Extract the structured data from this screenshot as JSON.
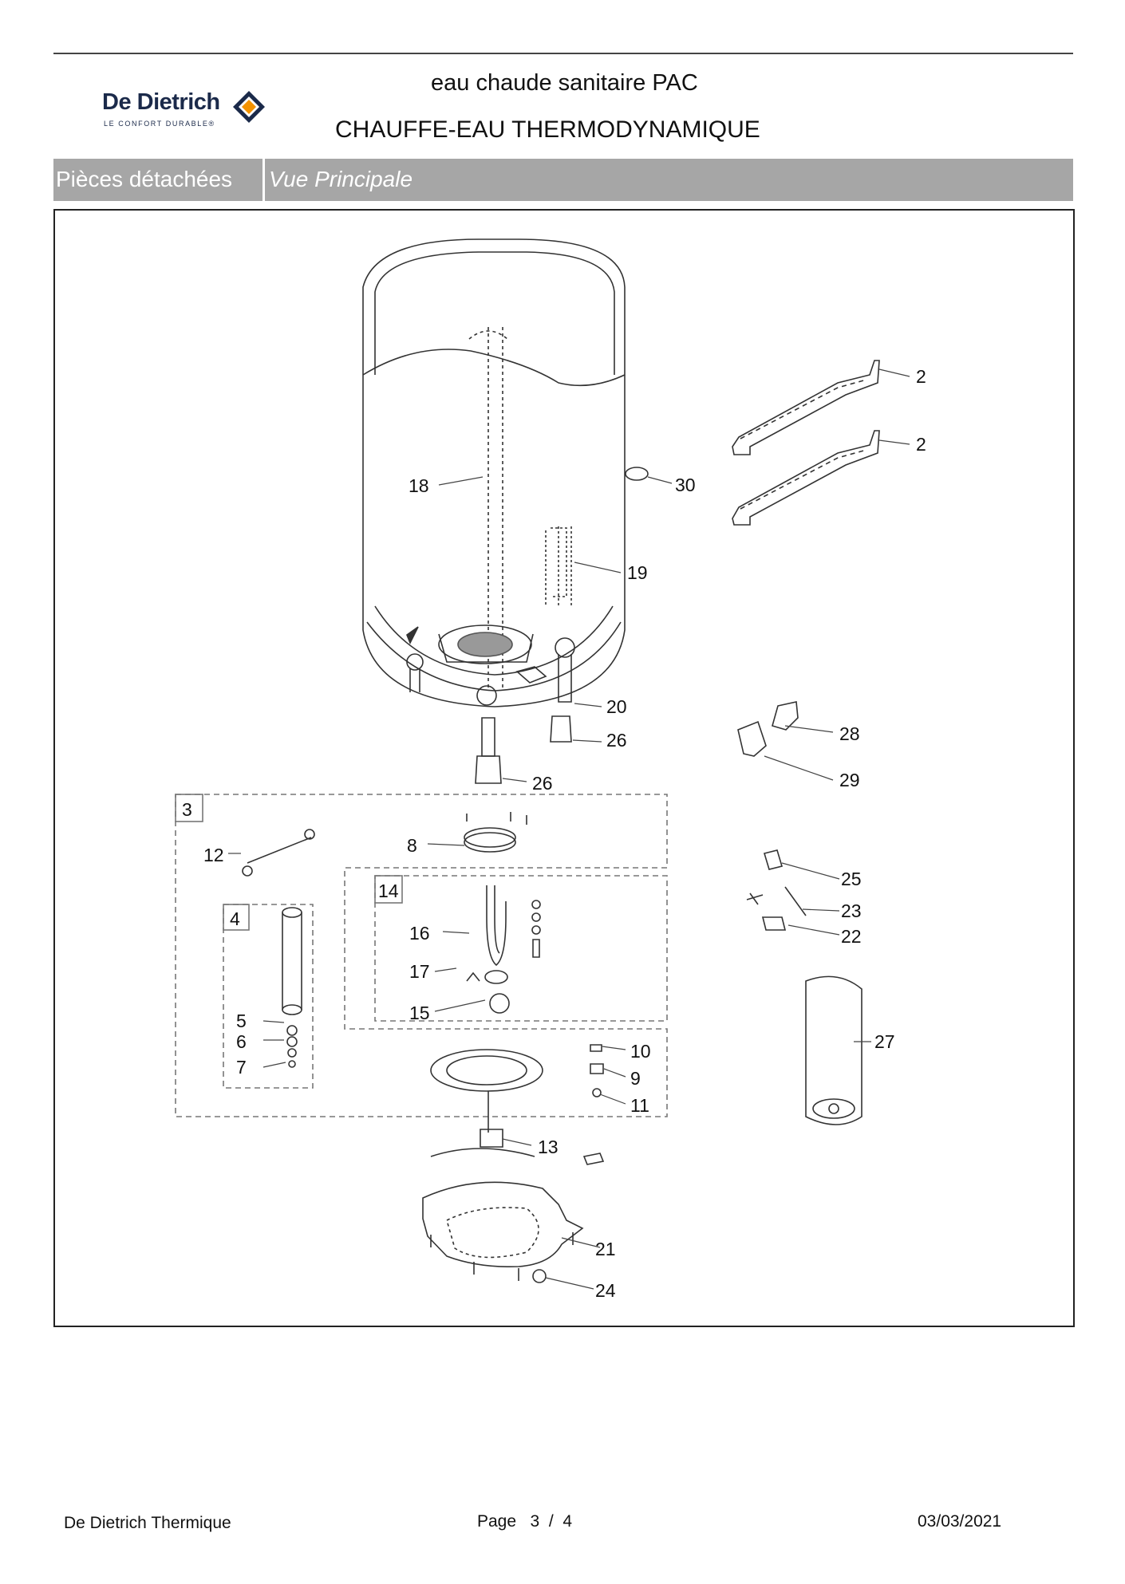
{
  "brand": {
    "name": "De Dietrich",
    "tagline": "LE CONFORT DURABLE®"
  },
  "header": {
    "subtitle": "eau chaude sanitaire PAC",
    "title": "CHAUFFE-EAU THERMODYNAMIQUE"
  },
  "section_bar": {
    "category": "Pièces détachées",
    "view": "Vue Principale"
  },
  "callouts": {
    "n2a": "2",
    "n2b": "2",
    "n3": "3",
    "n4": "4",
    "n5": "5",
    "n6": "6",
    "n7": "7",
    "n8": "8",
    "n9": "9",
    "n10": "10",
    "n11": "11",
    "n12": "12",
    "n13": "13",
    "n14": "14",
    "n15": "15",
    "n16": "16",
    "n17": "17",
    "n18": "18",
    "n19": "19",
    "n20": "20",
    "n21": "21",
    "n22": "22",
    "n23": "23",
    "n24": "24",
    "n25": "25",
    "n26a": "26",
    "n26b": "26",
    "n27": "27",
    "n28": "28",
    "n29": "29",
    "n30": "30"
  },
  "footer": {
    "company": "De Dietrich Thermique",
    "page": "Page   3  /  4",
    "date": "03/03/2021"
  },
  "colors": {
    "bar": "#a6a6a6",
    "brand_blue": "#1b2a4a",
    "brand_orange": "#f39200"
  }
}
